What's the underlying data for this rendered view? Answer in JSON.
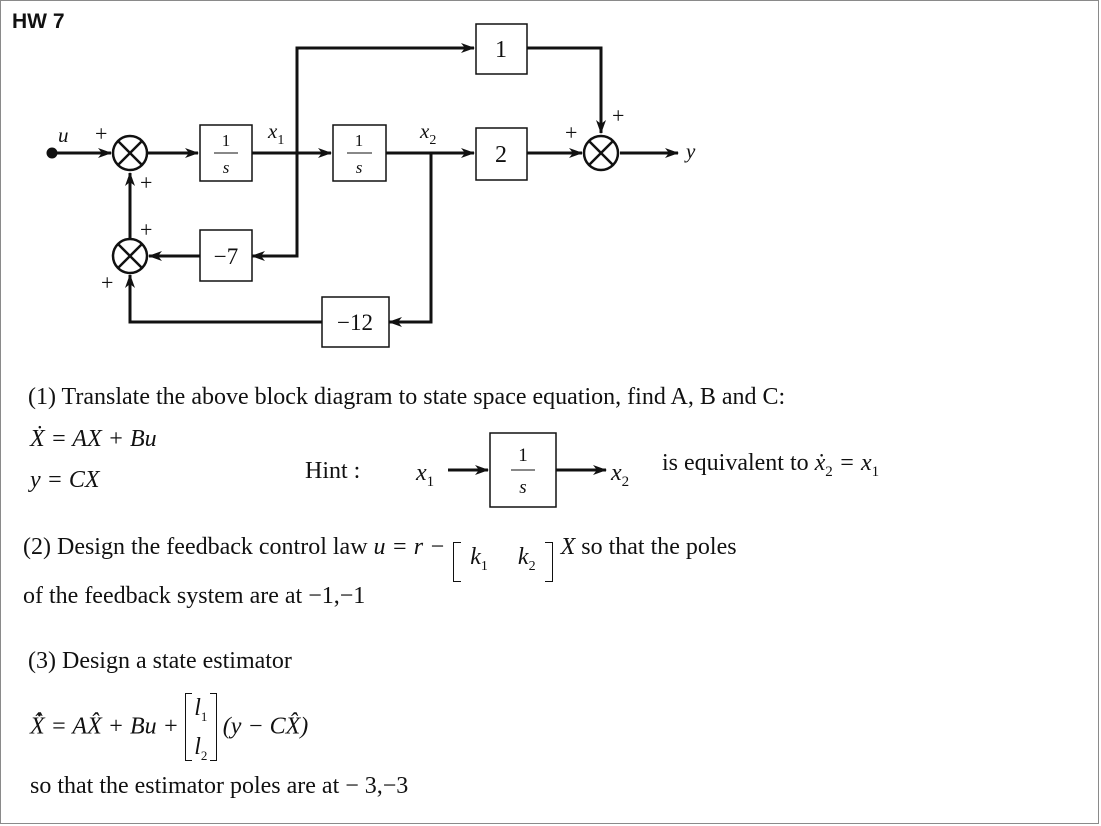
{
  "title": "HW 7",
  "diagram": {
    "blocks": {
      "int1_num": "1",
      "int1_den": "s",
      "int2_num": "1",
      "int2_den": "s",
      "gain_top": "1",
      "gain_mid": "2",
      "gain_fb1": "−7",
      "gain_fb2": "−12"
    },
    "signals": {
      "input": "u",
      "x1": "x",
      "x1_sub": "1",
      "x2": "x",
      "x2_sub": "2",
      "output": "y"
    },
    "signs": {
      "sum1_left": "+",
      "sum1_bottom": "+",
      "sum2_top": "+",
      "sum2_bottom": "+",
      "sum_out_left": "+",
      "sum_out_top": "+"
    }
  },
  "questions": {
    "q1": "(1) Translate the above block diagram to state space equation, find A, B and C:",
    "eq_state": "Ẋ = AX + Bu",
    "eq_output": "y = CX",
    "hint_label": "Hint :",
    "hint_x1": "x",
    "hint_x1_sub": "1",
    "hint_num": "1",
    "hint_den": "s",
    "hint_x2": "x",
    "hint_x2_sub": "2",
    "hint_text": "is equivalent to",
    "hint_eq_lhs": "ẋ",
    "hint_eq_lhs_sub": "2",
    "hint_eq_mid": " = x",
    "hint_eq_rhs_sub": "1",
    "q2_line1_a": "(2) Design the feedback control law",
    "q2_law": "u = r −",
    "q2_k1": "k",
    "q2_k1_sub": "1",
    "q2_k2": "k",
    "q2_k2_sub": "2",
    "q2_X": "X",
    "q2_line1_b": "so that the poles",
    "q2_line2": "of the feedback system are at  −1,−1",
    "q3_line1": "(3) Design a state estimator",
    "q3_eq_left": "X̂̇ = AX̂ + Bu +",
    "q3_l1": "l",
    "q3_l1_sub": "1",
    "q3_l2": "l",
    "q3_l2_sub": "2",
    "q3_eq_right": "(y − CX̂)",
    "q3_line3": "so that the estimator poles are at  − 3,−3"
  }
}
